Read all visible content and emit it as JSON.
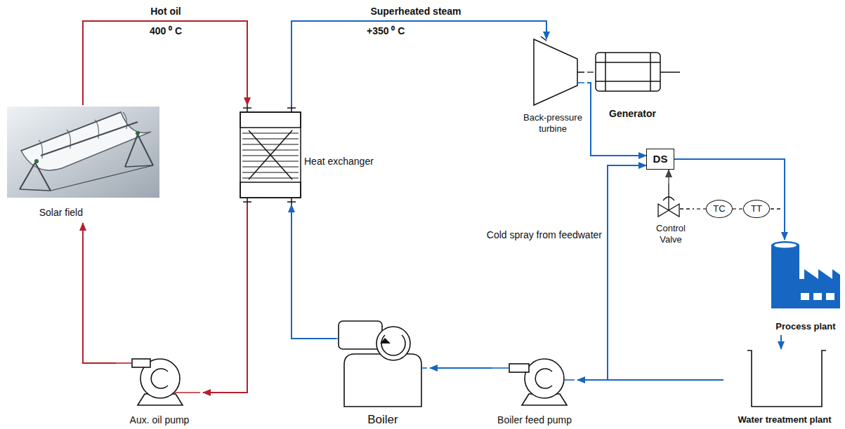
{
  "diagram": {
    "nodes": [
      {
        "text": [
          "Solar field"
        ]
      },
      {
        "text": [
          "Heat exchanger"
        ]
      },
      {
        "text": [
          "Back-pressure turbine"
        ]
      },
      {
        "text": [
          "Generator"
        ]
      },
      {
        "text": [
          "DS"
        ]
      },
      {
        "text": [
          "Control Valve"
        ]
      },
      {
        "text": [
          "TC"
        ]
      },
      {
        "text": [
          "TT"
        ]
      },
      {
        "text": [
          "Process plant"
        ]
      },
      {
        "text": [
          "Water treatment plant"
        ]
      },
      {
        "text": [
          "Boiler feed pump"
        ]
      },
      {
        "text": [
          "Boiler"
        ]
      },
      {
        "text": [
          "Aux. oil pump"
        ]
      }
    ],
    "edges": [
      {
        "from": 0,
        "to": 1,
        "arrow": "to",
        "label": "Hot oil"
      },
      {
        "from": 1,
        "to": 12,
        "arrow": "to"
      },
      {
        "from": 12,
        "to": 0,
        "arrow": "to"
      },
      {
        "from": 1,
        "to": 2,
        "arrow": "to",
        "label": "Superheated steam"
      },
      {
        "from": 2,
        "to": 3,
        "arrow": "none"
      },
      {
        "from": 2,
        "to": 4,
        "arrow": "to"
      },
      {
        "from": 4,
        "to": 8,
        "arrow": "to"
      },
      {
        "from": 8,
        "to": 9,
        "arrow": "to"
      },
      {
        "from": 9,
        "to": 10,
        "arrow": "to"
      },
      {
        "from": 9,
        "to": 4,
        "arrow": "to",
        "label": "Cold spray from feedwater"
      },
      {
        "from": 10,
        "to": 11,
        "arrow": "to"
      },
      {
        "from": 11,
        "to": 1,
        "arrow": "to"
      },
      {
        "from": 5,
        "to": 4,
        "arrow": "to"
      },
      {
        "from": 5,
        "to": 6,
        "arrow": "none"
      },
      {
        "from": 6,
        "to": 7,
        "arrow": "none"
      }
    ],
    "labels": [
      "400 ⁰ C",
      "+350 ⁰ C"
    ]
  }
}
